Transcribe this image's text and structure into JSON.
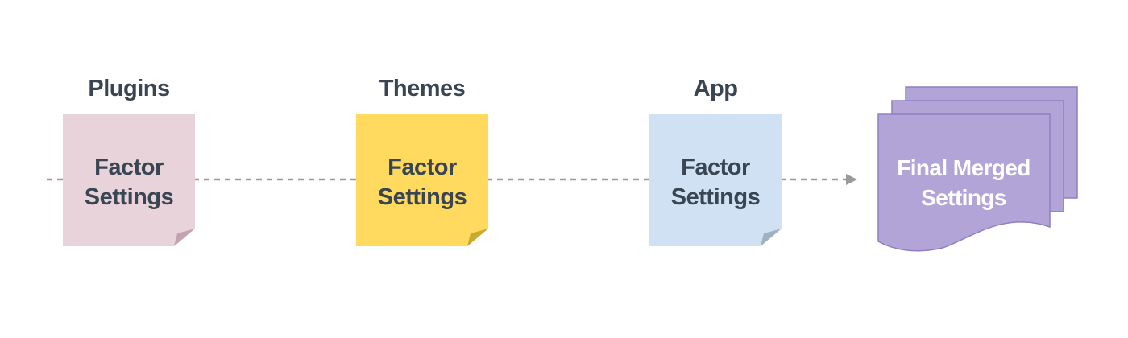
{
  "stages": [
    {
      "title": "Plugins",
      "line1": "Factor",
      "line2": "Settings",
      "color": "#e8d3da",
      "fold": "#c5a2af"
    },
    {
      "title": "Themes",
      "line1": "Factor",
      "line2": "Settings",
      "color": "#ffda5e",
      "fold": "#c9a930"
    },
    {
      "title": "App",
      "line1": "Factor",
      "line2": "Settings",
      "color": "#cfe1f2",
      "fold": "#9fb2c3"
    }
  ],
  "final": {
    "line1": "Final Merged",
    "line2": "Settings",
    "color": "#b3a4d8",
    "stroke": "#8f7fc1"
  },
  "colors": {
    "text": "#3a4553",
    "connector": "#9a9a9a"
  }
}
